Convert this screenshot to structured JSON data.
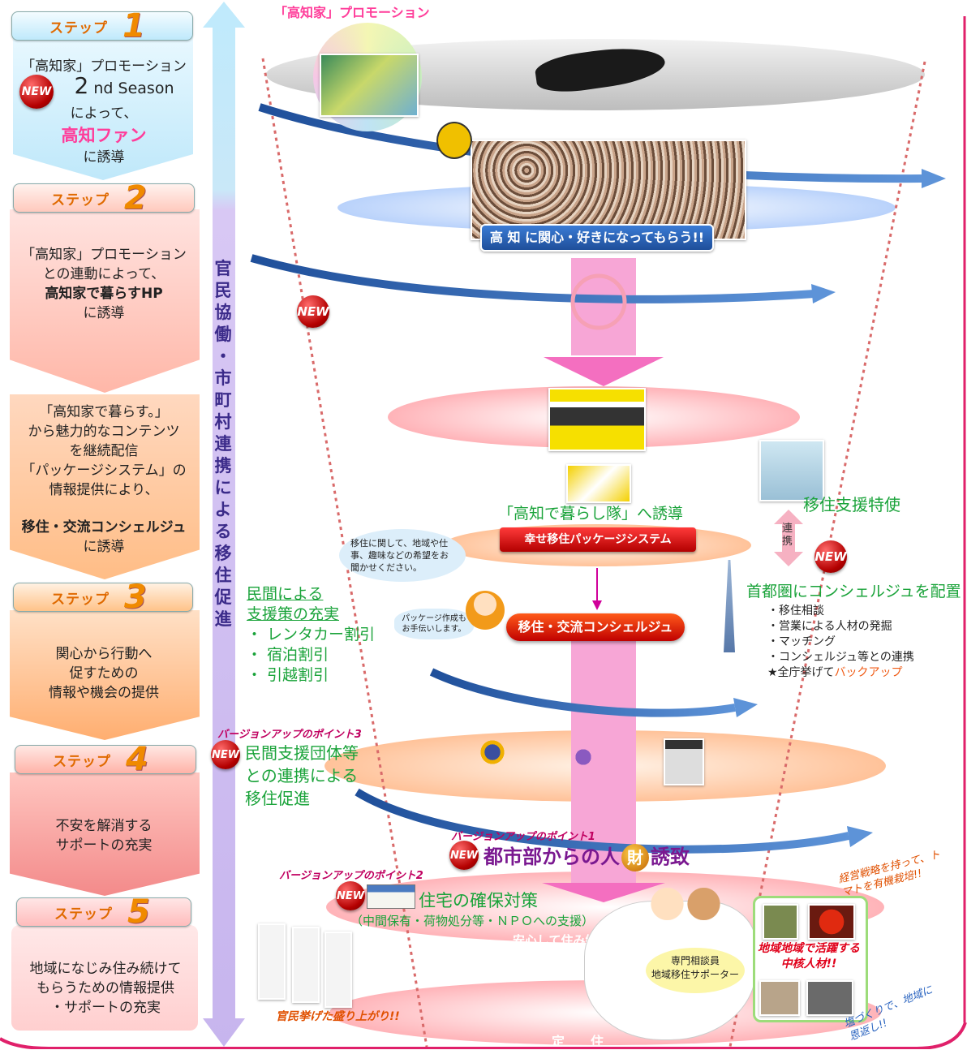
{
  "steps": [
    {
      "label": "ステップ",
      "num": "1"
    },
    {
      "label": "ステップ",
      "num": "2"
    },
    {
      "label": "ステップ",
      "num": "3"
    },
    {
      "label": "ステップ",
      "num": "4"
    },
    {
      "label": "ステップ",
      "num": "5"
    }
  ],
  "step1": {
    "l1": "「高知家」プロモーション",
    "new": "NEW",
    "season_num": "2",
    "season": " nd Season",
    "l3": "によって、",
    "fan": "高知ファン",
    "l5": "に誘導"
  },
  "step2": {
    "l1": "「高知家」プロモーション",
    "l2": "との連動によって、",
    "l3": "高知家で暮らすHP",
    "l4": "に誘導"
  },
  "step2b": {
    "l1": "「高知家で暮らす。」",
    "l2": "から魅力的なコンテンツ",
    "l3": "を継続配信",
    "l4": "「パッケージシステム」の",
    "l5": "情報提供により、",
    "l6": "移住・交流コンシェルジュ",
    "l7": "に誘導"
  },
  "step3": {
    "l1": "関心から行動へ",
    "l2": "促すための",
    "l3": "情報や機会の提供"
  },
  "step4": {
    "l1": "不安を解消する",
    "l2": "サポートの充実"
  },
  "step5": {
    "l1": "地域になじみ住み続けて",
    "l2": "もらうための情報提供",
    "l3": "・サポートの充実"
  },
  "vertical": [
    "官",
    "民",
    "協",
    "働",
    "・",
    "市",
    "町",
    "村",
    "連",
    "携",
    "に",
    "よ",
    "る",
    "移",
    "住",
    "促",
    "進"
  ],
  "top": {
    "promo": "「高知家」プロモーション",
    "banner": "高 知 に関心・好きになってもらう!!"
  },
  "mid": {
    "kurashitai": "「高知で暮らし隊」へ誘導",
    "package_btn": "幸せ移住パッケージシステム",
    "concierge_btn": "移住・交流コンシェルジュ",
    "bubble": "移住に関して、地域や仕事、趣味などの希望をお聞かせください。",
    "bubble2": "パッケージ作成もお手伝いします。"
  },
  "private": {
    "title1": "民間による",
    "title2": "支援策の充実",
    "items": [
      "・ レンタカー割引",
      "・ 宿泊割引",
      "・ 引越割引"
    ]
  },
  "right": {
    "tokushi": "移住支援特使",
    "renkei": "連携",
    "shutoken": "首都圏にコンシェルジュを配置",
    "items": [
      "・移住相談",
      "・営業による人材の発掘",
      "・マッチング",
      "・コンシェルジュ等との連携"
    ],
    "star": "★全庁挙げて",
    "backup": "バックアップ"
  },
  "point3": {
    "tag": "バージョンアップのポイント3",
    "l1": "民間支援団体等",
    "l2": "との連携による",
    "l3": "移住促進"
  },
  "point1": {
    "tag": "バージョンアップのポイント1",
    "text1": "都市部からの人",
    "zai": "財",
    "text2": "誘致"
  },
  "point2": {
    "tag": "バージョンアップのポイント2",
    "title": "住宅の確保対策",
    "sub": "（中間保有・荷物処分等・ＮＰＯへの支援）"
  },
  "bottom": {
    "anshin": "安心して住み続け",
    "teiju": "定　　住",
    "consult1": "専門相談員",
    "consult2": "地域移住サポーター",
    "moriagari": "官民挙げた盛り上がり!!",
    "chukaku": "地域地域で活躍する中核人材!!",
    "keiei": "経営戦略を持って、トマトを有機栽培!!",
    "shio": "塩づくりで、地域に恩返し!!"
  },
  "colors": {
    "pink": "#ff3d9a",
    "green": "#1aa33a",
    "purple": "#3b2b8a",
    "red": "#d0001a"
  }
}
